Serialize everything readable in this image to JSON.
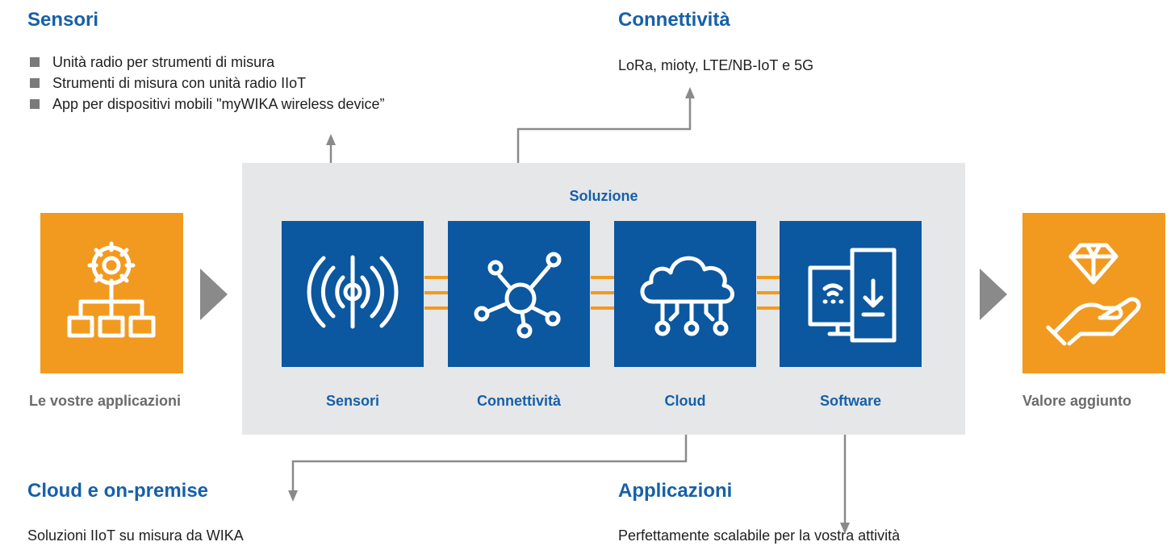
{
  "sensori_section": {
    "title": "Sensori",
    "items": [
      "Unità radio per strumenti di misura",
      "Strumenti di misura con unità radio IIoT",
      "App per dispositivi mobili \"myWIKA wireless device”"
    ]
  },
  "connettivita_section": {
    "title": "Connettività",
    "text": "LoRa, mioty, LTE/NB-IoT e 5G"
  },
  "cloud_section": {
    "title": "Cloud e on-premise",
    "text": "Soluzioni IIoT su misura da WIKA"
  },
  "applicazioni_section": {
    "title": "Applicazioni",
    "text": "Perfettamente scalabile per la vostra attività"
  },
  "solution": {
    "title": "Soluzione",
    "tiles": [
      {
        "label": "Sensori",
        "icon": "radio-wave-icon"
      },
      {
        "label": "Connettività",
        "icon": "network-hub-icon"
      },
      {
        "label": "Cloud",
        "icon": "cloud-icon"
      },
      {
        "label": "Software",
        "icon": "devices-download-icon"
      }
    ]
  },
  "left_block": {
    "label": "Le vostre applicazioni",
    "icon": "gear-hierarchy-icon"
  },
  "right_block": {
    "label": "Valore aggiunto",
    "icon": "diamond-hand-icon"
  },
  "colors": {
    "blue": "#0b57a0",
    "heading_blue": "#1660a8",
    "orange": "#f29a1f",
    "panel_gray": "#e6e7e9",
    "arrow_gray": "#8a8a8a"
  }
}
